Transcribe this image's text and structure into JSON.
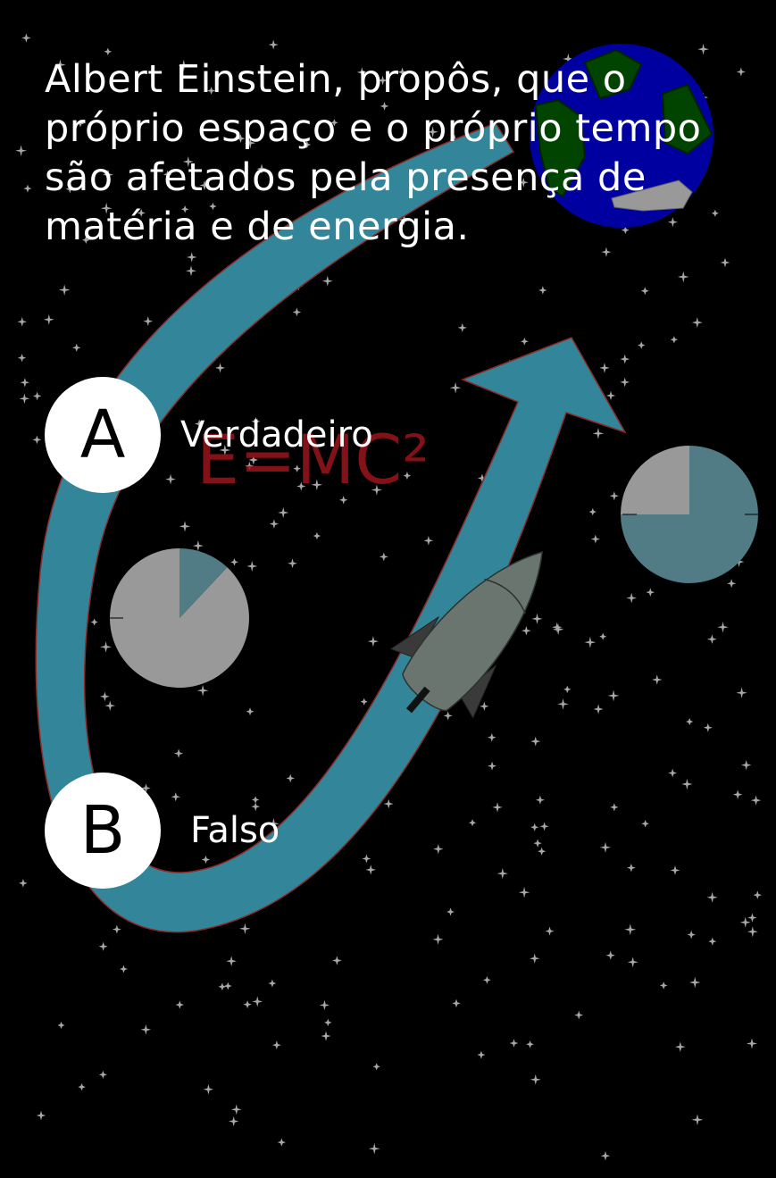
{
  "question": "Albert Einstein, propôs, que o próprio espaço e o próprio tempo são afetados pela presença de matéria e de energia.",
  "formula": "E=MC²",
  "options": [
    {
      "letter": "A",
      "label": "Verdadeiro"
    },
    {
      "letter": "B",
      "label": "Falso"
    }
  ],
  "timers": [
    {
      "remaining_fraction": 0.88
    },
    {
      "remaining_fraction": 0.25
    }
  ],
  "colors": {
    "background": "#000000",
    "arrow": "#338699",
    "arrow_outline": "#8a2a2a",
    "earth_ocean": "#0000a0",
    "earth_land": "#004400",
    "rocket": "#6a7570",
    "formula": "#9b141d",
    "pie_gray": "#999999",
    "pie_teal": "#517b85"
  },
  "icons": [
    "earth-icon",
    "rocket-icon",
    "star-icon",
    "pie-timer-icon"
  ]
}
